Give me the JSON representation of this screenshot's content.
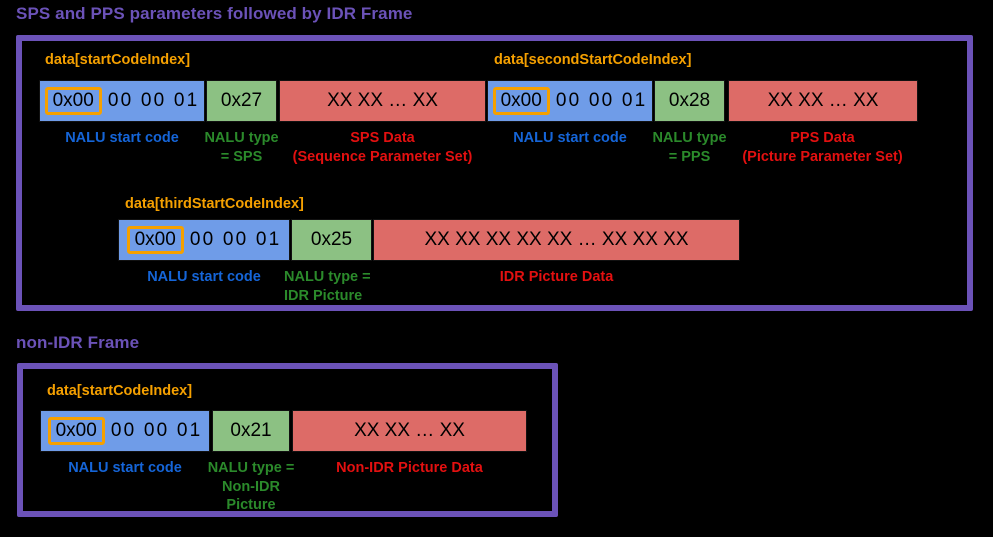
{
  "colors": {
    "panel_border": "#6b52b8",
    "title": "#6b52b8",
    "index_label": "#f5a000",
    "startcode_box": "#6f9ce8",
    "nalutype_box": "#8cc183",
    "payload_box": "#dd6b67",
    "caption_startcode": "#1565d8",
    "caption_nalutype": "#2b8a2b",
    "caption_payload": "#e31010",
    "background": "#000000"
  },
  "sections": [
    {
      "title": "SPS and PPS parameters followed by IDR Frame",
      "rows": [
        {
          "name": "sps-nalu",
          "index_label": "data[startCodeIndex]",
          "segments": [
            {
              "type": "startcode",
              "highlight": "0x00",
              "rest": "00  00  01",
              "caption": "NALU start code"
            },
            {
              "type": "nalutype",
              "value": "0x27",
              "caption": "NALU type\n= SPS"
            },
            {
              "type": "payload",
              "value": "XX  XX  …  XX",
              "caption": "SPS Data\n(Sequence Parameter Set)"
            }
          ]
        },
        {
          "name": "pps-nalu",
          "index_label": "data[secondStartCodeIndex]",
          "segments": [
            {
              "type": "startcode",
              "highlight": "0x00",
              "rest": "00  00  01",
              "caption": "NALU start code"
            },
            {
              "type": "nalutype",
              "value": "0x28",
              "caption": "NALU type\n= PPS"
            },
            {
              "type": "payload",
              "value": "XX  XX  …  XX",
              "caption": "PPS Data\n(Picture Parameter Set)"
            }
          ]
        },
        {
          "name": "idr-nalu",
          "index_label": "data[thirdStartCodeIndex]",
          "segments": [
            {
              "type": "startcode",
              "highlight": "0x00",
              "rest": "00  00  01",
              "caption": "NALU start code"
            },
            {
              "type": "nalutype",
              "value": "0x25",
              "caption": "NALU type =\nIDR Picture"
            },
            {
              "type": "payload",
              "value": "XX  XX  XX  XX  XX  …  XX  XX  XX",
              "caption": "IDR Picture Data"
            }
          ]
        }
      ]
    },
    {
      "title": "non-IDR Frame",
      "rows": [
        {
          "name": "non-idr-nalu",
          "index_label": "data[startCodeIndex]",
          "segments": [
            {
              "type": "startcode",
              "highlight": "0x00",
              "rest": "00  00  01",
              "caption": "NALU start code"
            },
            {
              "type": "nalutype",
              "value": "0x21",
              "caption": "NALU type =\nNon-IDR\nPicture"
            },
            {
              "type": "payload",
              "value": "XX  XX    …   XX",
              "caption": "Non-IDR Picture Data"
            }
          ]
        }
      ]
    }
  ]
}
